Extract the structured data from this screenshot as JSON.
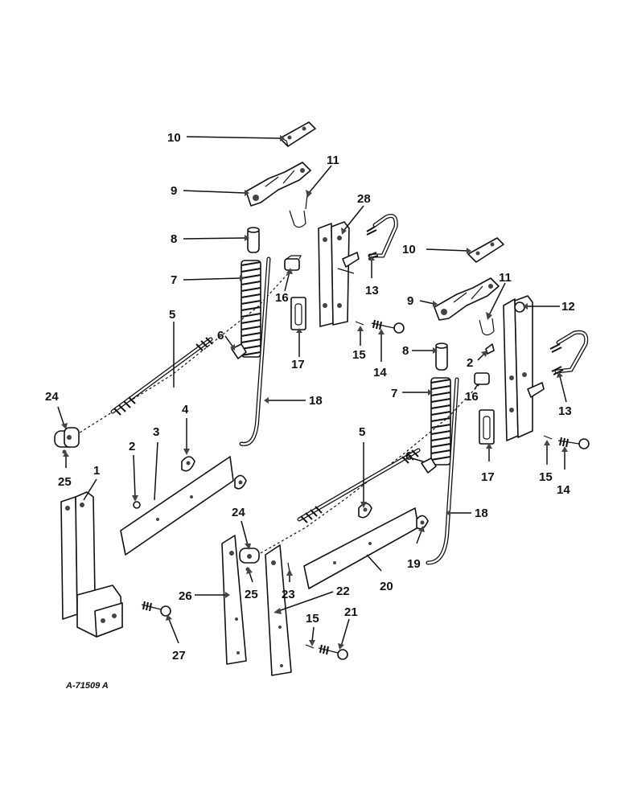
{
  "drawing_number": "A-71509 A",
  "callouts": {
    "c10a": "10",
    "c9a": "9",
    "c11a": "11",
    "c28": "28",
    "c8a": "8",
    "c7a": "7",
    "c16a": "16",
    "c5a": "5",
    "c6a": "6",
    "c17a": "17",
    "c18a": "18",
    "c15a": "15",
    "c14a": "14",
    "c13a": "13",
    "c10b": "10",
    "c9b": "9",
    "c11b": "11",
    "c12": "12",
    "c2b": "2",
    "c8b": "8",
    "c16b": "16",
    "c7b": "7",
    "c13b": "13",
    "c24a": "24",
    "c25a": "25",
    "c4": "4",
    "c3": "3",
    "c2a": "2",
    "c1": "1",
    "c5b": "5",
    "c6b": "6",
    "c17b": "17",
    "c15b": "15",
    "c14b": "14",
    "c18b": "18",
    "c24b": "24",
    "c25b": "25",
    "c19": "19",
    "c20": "20",
    "c26": "26",
    "c23": "23",
    "c22": "22",
    "c27": "27",
    "c15c": "15",
    "c21": "21"
  }
}
